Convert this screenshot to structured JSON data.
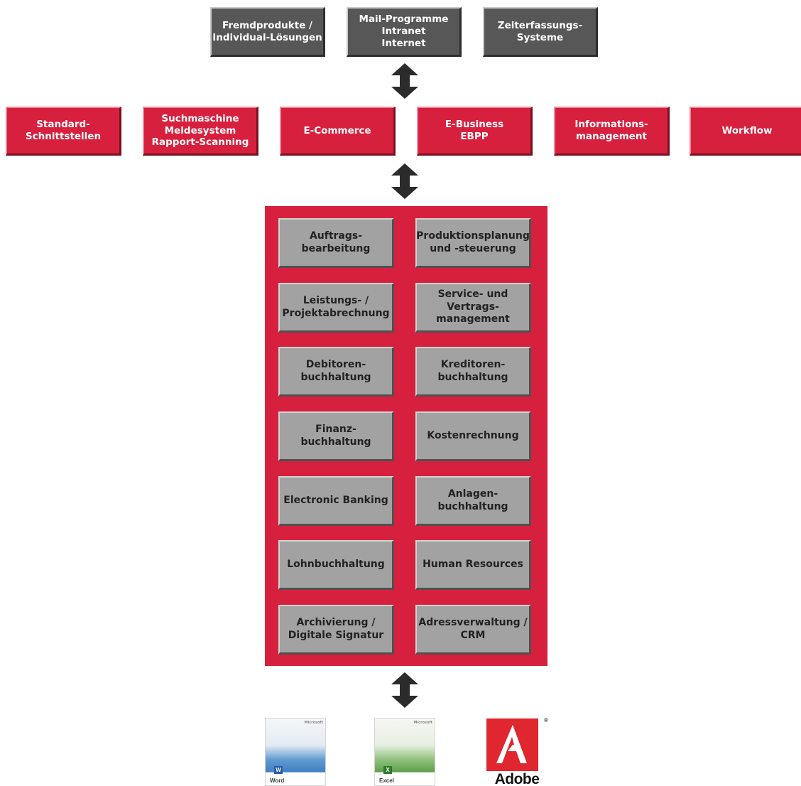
{
  "top_row": [
    {
      "id": "fremdprodukte",
      "label": "Fremdprodukte /\nIndividual-Lösungen"
    },
    {
      "id": "mail",
      "label": "Mail-Programme\nIntranet\nInternet"
    },
    {
      "id": "zeiterfassung",
      "label": "Zeiterfassungs-\nSysteme"
    }
  ],
  "middle_row": [
    {
      "id": "standard",
      "label": "Standard-\nSchnittstellen"
    },
    {
      "id": "suchmaschine",
      "label": "Suchmaschine\nMeldesystem\nRapport-Scanning"
    },
    {
      "id": "ecommerce",
      "label": "E-Commerce"
    },
    {
      "id": "ebusiness",
      "label": "E-Business\nEBPP"
    },
    {
      "id": "information",
      "label": "Informations-\nmanagement"
    },
    {
      "id": "workflow",
      "label": "Workflow"
    }
  ],
  "modules": [
    {
      "id": "auftrag",
      "label": "Auftrags-\nbearbeitung"
    },
    {
      "id": "produktion",
      "label": "Produktionsplanung\nund -steuerung"
    },
    {
      "id": "leistung",
      "label": "Leistungs- /\nProjektabrechnung"
    },
    {
      "id": "service",
      "label": "Service- und\nVertrags-\nmanagement"
    },
    {
      "id": "debitoren",
      "label": "Debitoren-\nbuchhaltung"
    },
    {
      "id": "kreditoren",
      "label": "Kreditoren-\nbuchhaltung"
    },
    {
      "id": "finanz",
      "label": "Finanz-\nbuchhaltung"
    },
    {
      "id": "kosten",
      "label": "Kostenrechnung"
    },
    {
      "id": "banking",
      "label": "Electronic Banking"
    },
    {
      "id": "anlagen",
      "label": "Anlagen-\nbuchhaltung"
    },
    {
      "id": "lohn",
      "label": "Lohnbuchhaltung"
    },
    {
      "id": "hr",
      "label": "Human Resources"
    },
    {
      "id": "archiv",
      "label": "Archivierung /\nDigitale Signatur"
    },
    {
      "id": "adress",
      "label": "Adressverwaltung /\nCRM"
    }
  ],
  "bottom_logos": [
    {
      "id": "word",
      "label": "Word",
      "icon": "W",
      "brand": "Microsoft"
    },
    {
      "id": "excel",
      "label": "Excel",
      "icon": "X",
      "brand": "Microsoft"
    },
    {
      "id": "adobe",
      "label": "Adobe",
      "reg": "®"
    }
  ],
  "colors": {
    "dark_box": "#575757",
    "red": "#d7203e",
    "module_gray": "#a3a2a3",
    "arrow": "#2b2b2b"
  }
}
